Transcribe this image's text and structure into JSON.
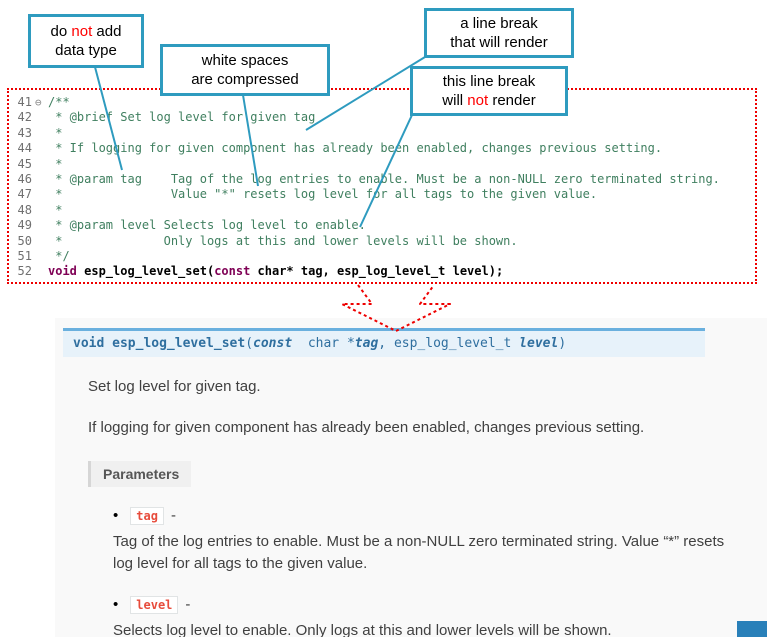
{
  "callouts": {
    "no_datatype": {
      "l1a": "do ",
      "l1b": "not",
      "l1c": " add",
      "l2": "data type"
    },
    "whitespace": {
      "l1": "white spaces",
      "l2": "are compressed"
    },
    "render": {
      "l1": "a line break",
      "l2": "that will render"
    },
    "norender": {
      "l1": "this line break",
      "l2a": "will ",
      "l2b": "not",
      "l2c": " render"
    }
  },
  "editor": {
    "fold_icon": "⊖",
    "lines": [
      {
        "num": "41",
        "text": "/**"
      },
      {
        "num": "42",
        "text": " * @brief Set log level for given tag"
      },
      {
        "num": "43",
        "text": " *"
      },
      {
        "num": "44",
        "text": " * If logging for given component has already been enabled, changes previous setting."
      },
      {
        "num": "45",
        "text": " *"
      },
      {
        "num": "46",
        "text": " * @param tag    Tag of the log entries to enable. Must be a non-NULL zero terminated string."
      },
      {
        "num": "47",
        "text": " *               Value \"*\" resets log level for all tags to the given value."
      },
      {
        "num": "48",
        "text": " *"
      },
      {
        "num": "49",
        "text": " * @param level Selects log level to enable."
      },
      {
        "num": "50",
        "text": " *              Only logs at this and lower levels will be shown."
      },
      {
        "num": "51",
        "text": " */"
      },
      {
        "num": "52",
        "text": ""
      }
    ],
    "line52": {
      "kw1": "void",
      "t1": " esp_log_level_set(",
      "kw2": "const",
      "t2": " char* tag, esp_log_level_t level);"
    }
  },
  "doc": {
    "signature": {
      "kw_void": "void ",
      "name": "esp_log_level_set",
      "paren_open": "(",
      "kw_const": "const",
      "type1": "  char *",
      "param1": "tag",
      "sep": ", ",
      "type2": "esp_log_level_t ",
      "param2": "level",
      "paren_close": ")"
    },
    "para1": "Set log level for given tag.",
    "para2": "If logging for given component has already been enabled, changes previous setting.",
    "parameters_label": "Parameters",
    "bullet": "•",
    "params": [
      {
        "name": "tag",
        "dash": "-",
        "desc": "Tag of the log entries to enable. Must be a non-NULL zero terminated string. Value “*” resets log level for all tags to the given value."
      },
      {
        "name": "level",
        "dash": "-",
        "desc": "Selects log level to enable. Only logs at this and lower levels will be shown."
      }
    ]
  },
  "colors": {
    "callout_border": "#2e9bbf",
    "dotted_border": "#ee0000",
    "comment": "#3f7f5f",
    "keyword": "#7f0055",
    "sig_bg": "#e7f2fa",
    "sig_border": "#6ab0de",
    "literal_red": "#e74c3c"
  }
}
